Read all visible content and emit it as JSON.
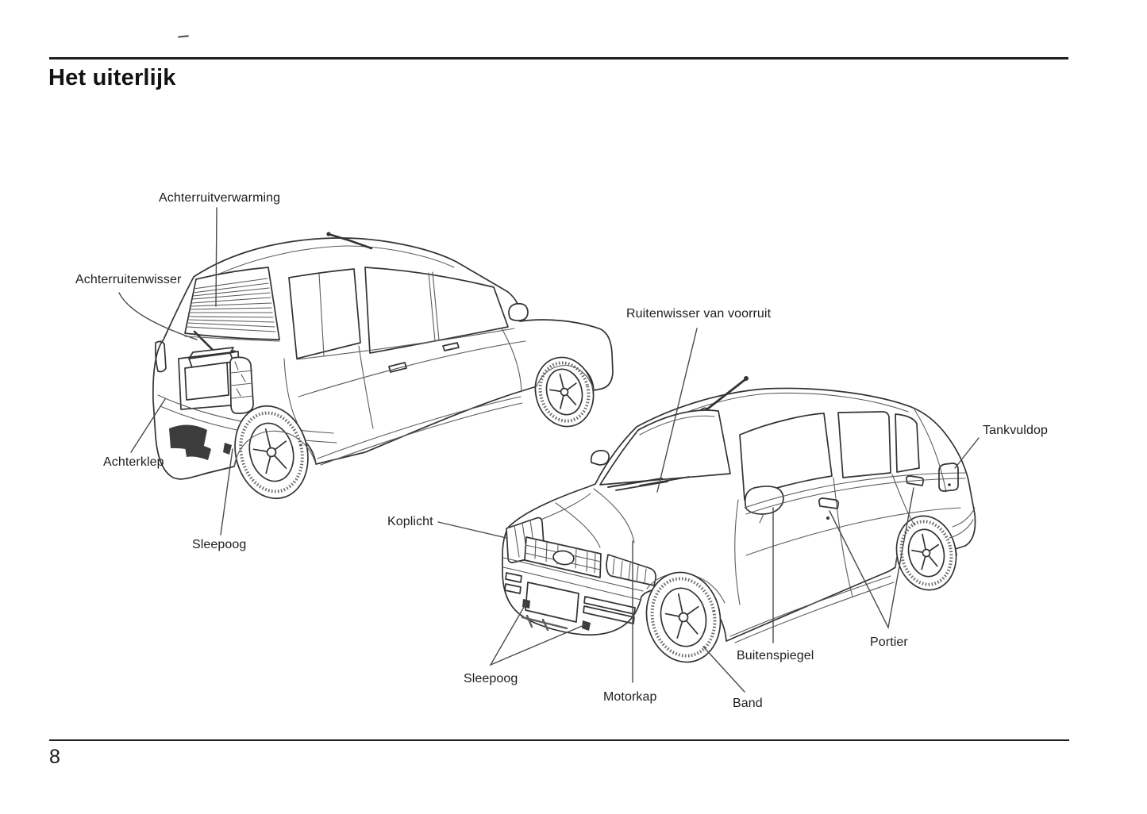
{
  "page": {
    "title": "Het uiterlijk",
    "page_number": "8"
  },
  "diagram": {
    "labels": {
      "achterruitverwarming": "Achterruitverwarming",
      "achterruitenwisser": "Achterruitenwisser",
      "achterklep": "Achterklep",
      "sleepoog_rear": "Sleepoog",
      "ruitenwisser_van_voorruit": "Ruitenwisser van voorruit",
      "tankvuldop": "Tankvuldop",
      "koplicht": "Koplicht",
      "sleepoog_front": "Sleepoog",
      "motorkap": "Motorkap",
      "band": "Band",
      "buitenspiegel": "Buitenspiegel",
      "portier": "Portier"
    }
  },
  "colors": {
    "ink": "#333333",
    "paper": "#ffffff"
  }
}
